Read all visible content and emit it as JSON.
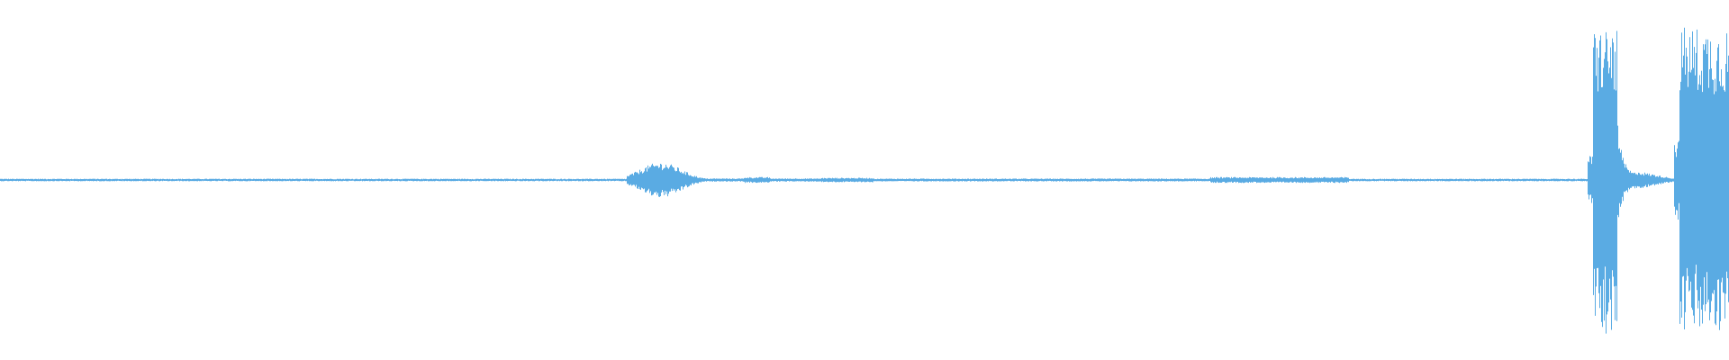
{
  "waveform": {
    "color": "#5aabe3",
    "background": "#ffffff",
    "duration_fraction_segments": [
      {
        "start": 0.0,
        "end": 0.362,
        "amplitude": 0.008
      },
      {
        "start": 0.362,
        "end": 0.372,
        "amplitude": 0.04
      },
      {
        "start": 0.372,
        "end": 0.392,
        "amplitude": 0.1
      },
      {
        "start": 0.392,
        "end": 0.41,
        "amplitude": 0.05
      },
      {
        "start": 0.41,
        "end": 0.43,
        "amplitude": 0.01
      },
      {
        "start": 0.43,
        "end": 0.445,
        "amplitude": 0.018
      },
      {
        "start": 0.445,
        "end": 0.475,
        "amplitude": 0.01
      },
      {
        "start": 0.475,
        "end": 0.505,
        "amplitude": 0.014
      },
      {
        "start": 0.505,
        "end": 0.7,
        "amplitude": 0.009
      },
      {
        "start": 0.7,
        "end": 0.78,
        "amplitude": 0.018
      },
      {
        "start": 0.78,
        "end": 0.918,
        "amplitude": 0.008
      },
      {
        "start": 0.918,
        "end": 0.921,
        "amplitude": 0.15
      },
      {
        "start": 0.921,
        "end": 0.935,
        "amplitude": 0.95
      },
      {
        "start": 0.935,
        "end": 0.945,
        "amplitude": 0.35
      },
      {
        "start": 0.945,
        "end": 0.968,
        "amplitude": 0.06
      },
      {
        "start": 0.968,
        "end": 0.971,
        "amplitude": 0.25
      },
      {
        "start": 0.971,
        "end": 1.0,
        "amplitude": 0.95
      }
    ]
  }
}
